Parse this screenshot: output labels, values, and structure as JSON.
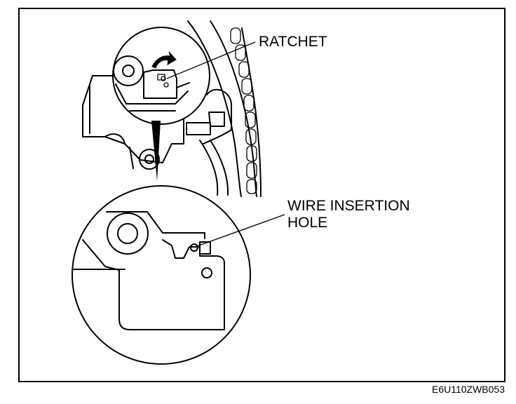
{
  "labels": {
    "ratchet": "RATCHET",
    "wire_insertion_hole_line1": "WIRE INSERTION",
    "wire_insertion_hole_line2": "HOLE"
  },
  "figure_code": "E6U110ZWB053",
  "colors": {
    "line": "#000000",
    "background": "#ffffff"
  }
}
